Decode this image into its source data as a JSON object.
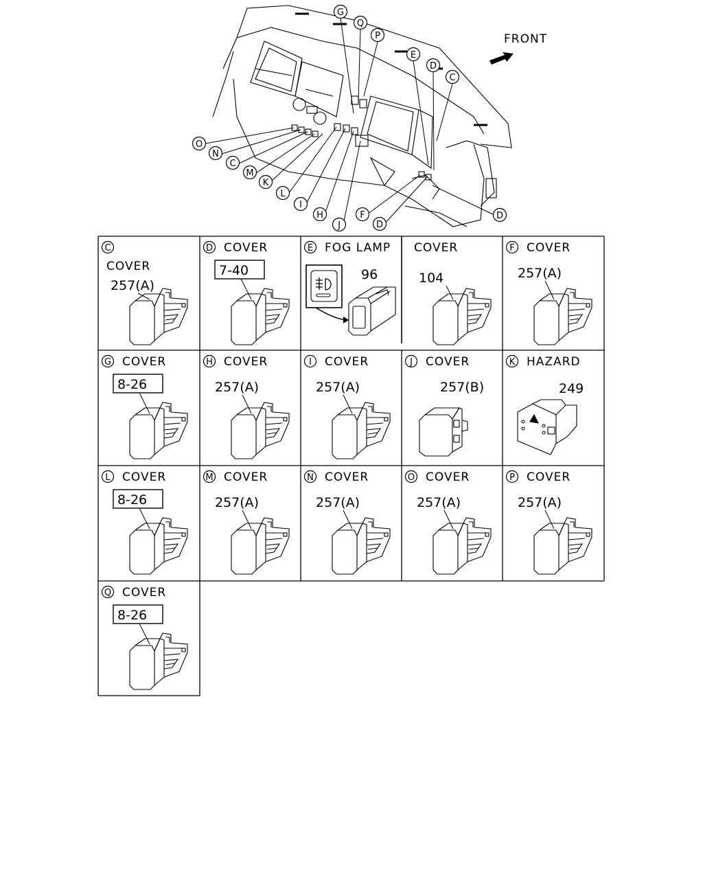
{
  "overview": {
    "front_label": "FRONT",
    "callouts": [
      {
        "letter": "G"
      },
      {
        "letter": "Q"
      },
      {
        "letter": "P"
      },
      {
        "letter": "E"
      },
      {
        "letter": "D"
      },
      {
        "letter": "C"
      },
      {
        "letter": "O"
      },
      {
        "letter": "N"
      },
      {
        "letter": "C"
      },
      {
        "letter": "M"
      },
      {
        "letter": "K"
      },
      {
        "letter": "L"
      },
      {
        "letter": "I"
      },
      {
        "letter": "H"
      },
      {
        "letter": "J"
      },
      {
        "letter": "F"
      },
      {
        "letter": "D"
      },
      {
        "letter": "D"
      }
    ]
  },
  "cells": [
    {
      "letter": "C",
      "title": "",
      "subtitle": "COVER",
      "ref": "257(A)",
      "boxed": false,
      "part": "cover"
    },
    {
      "letter": "D",
      "title": "COVER",
      "subtitle": "",
      "ref": "7-40",
      "boxed": true,
      "part": "cover"
    },
    {
      "letter": "E",
      "title": "FOG  LAMP",
      "subtitle": "",
      "ref": "96",
      "boxed": false,
      "part": "foglamp"
    },
    {
      "letter": "",
      "title": "COVER",
      "subtitle": "",
      "ref": "104",
      "boxed": false,
      "part": "cover"
    },
    {
      "letter": "F",
      "title": "COVER",
      "subtitle": "",
      "ref": "257(A)",
      "boxed": false,
      "part": "cover"
    },
    {
      "letter": "G",
      "title": "COVER",
      "subtitle": "",
      "ref": "8-26",
      "boxed": true,
      "part": "cover"
    },
    {
      "letter": "H",
      "title": "COVER",
      "subtitle": "",
      "ref": "257(A)",
      "boxed": false,
      "part": "cover"
    },
    {
      "letter": "I",
      "title": "COVER",
      "subtitle": "",
      "ref": "257(A)",
      "boxed": false,
      "part": "cover"
    },
    {
      "letter": "J",
      "title": "COVER",
      "subtitle": "",
      "ref": "257(B)",
      "boxed": false,
      "part": "flatcover"
    },
    {
      "letter": "K",
      "title": "HAZARD",
      "subtitle": "",
      "ref": "249",
      "boxed": false,
      "part": "hazard"
    },
    {
      "letter": "L",
      "title": "COVER",
      "subtitle": "",
      "ref": "8-26",
      "boxed": true,
      "part": "cover"
    },
    {
      "letter": "M",
      "title": "COVER",
      "subtitle": "",
      "ref": "257(A)",
      "boxed": false,
      "part": "cover"
    },
    {
      "letter": "N",
      "title": "COVER",
      "subtitle": "",
      "ref": "257(A)",
      "boxed": false,
      "part": "cover"
    },
    {
      "letter": "O",
      "title": "COVER",
      "subtitle": "",
      "ref": "257(A)",
      "boxed": false,
      "part": "cover"
    },
    {
      "letter": "P",
      "title": "COVER",
      "subtitle": "",
      "ref": "257(A)",
      "boxed": false,
      "part": "cover"
    },
    {
      "letter": "Q",
      "title": "COVER",
      "subtitle": "",
      "ref": "8-26",
      "boxed": true,
      "part": "cover"
    }
  ]
}
